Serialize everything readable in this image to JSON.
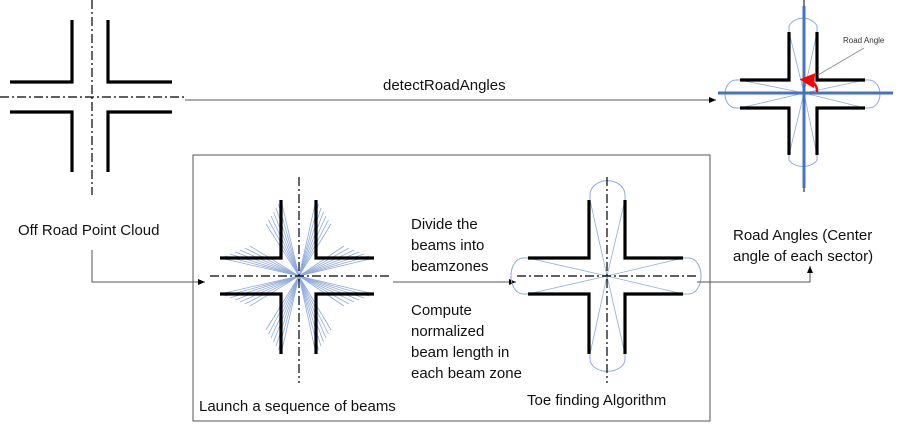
{
  "labels": {
    "input": "Off Road Point Cloud",
    "main_arrow": "detectRoadAngles",
    "output_line1": "Road Angles (Center",
    "output_line2": "angle of each sector)",
    "road_angle": "Road Angle",
    "step1": "Launch a sequence of beams",
    "step2": "Toe finding Algorithm",
    "mid_top": [
      "Divide the",
      "beams into",
      "beamzones"
    ],
    "mid_bottom": [
      "Compute",
      "normalized",
      "beam length in",
      "each beam zone"
    ]
  },
  "colors": {
    "beam": "#8faadc",
    "road_axis": "#4472c4",
    "angle_arc": "#ff0000"
  }
}
